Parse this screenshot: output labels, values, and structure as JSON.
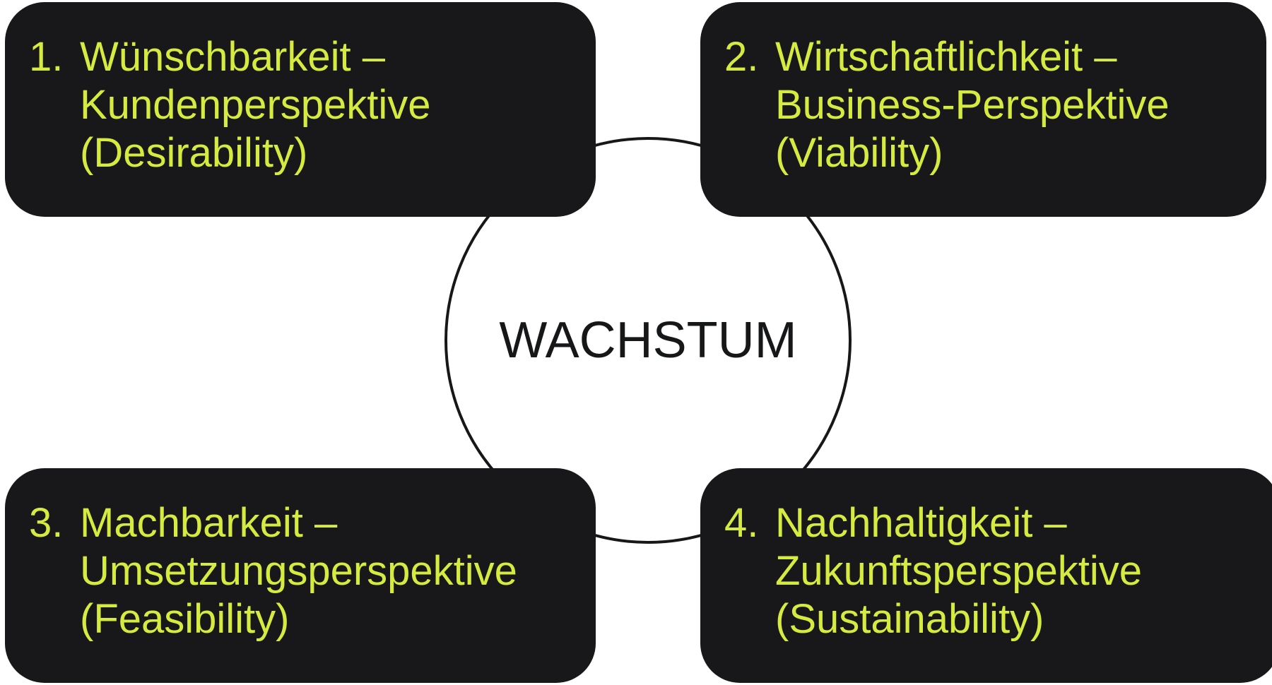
{
  "colors": {
    "box_background": "#18181a",
    "box_text": "#d6eb3f",
    "circle_stroke": "#161719",
    "center_text": "#161719",
    "page_background": "#ffffff"
  },
  "center": {
    "label": "WACHSTUM"
  },
  "boxes": [
    {
      "number": "1.",
      "title": "Wünschbarkeit –",
      "subtitle": "Kundenperspektive",
      "english": "(Desirability)"
    },
    {
      "number": "2.",
      "title": "Wirtschaftlichkeit –",
      "subtitle": "Business-Perspektive",
      "english": "(Viability)"
    },
    {
      "number": "3.",
      "title": "Machbarkeit –",
      "subtitle": "Umsetzungsperspektive",
      "english": "(Feasibility)"
    },
    {
      "number": "4.",
      "title": "Nachhaltigkeit –",
      "subtitle": "Zukunftsperspektive",
      "english": "(Sustainability)"
    }
  ]
}
